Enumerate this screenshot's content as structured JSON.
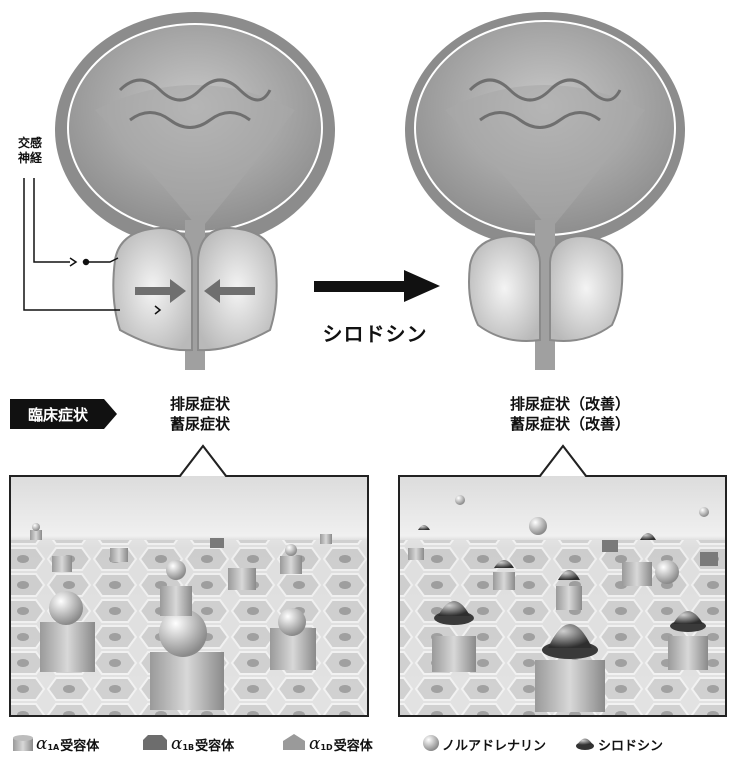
{
  "labels": {
    "nerve": "交感\n神経",
    "drug": "シロドシン",
    "symptoms_badge": "臨床症状"
  },
  "symptoms": {
    "left": [
      "排尿症状",
      "蓄尿症状"
    ],
    "right": [
      "排尿症状（改善）",
      "蓄尿症状（改善）"
    ]
  },
  "legend": [
    {
      "icon": "alpha-1a-receptor-icon",
      "greek": "α",
      "sub": "1A",
      "text": "受容体"
    },
    {
      "icon": "alpha-1b-receptor-icon",
      "greek": "α",
      "sub": "1B",
      "text": "受容体"
    },
    {
      "icon": "alpha-1d-receptor-icon",
      "greek": "α",
      "sub": "1D",
      "text": "受容体"
    },
    {
      "icon": "noradrenaline-icon",
      "text": "ノルアドレナリン"
    },
    {
      "icon": "silodosin-icon",
      "text": "シロドシン"
    }
  ],
  "colors": {
    "bladder_wall": "#8a8a8a",
    "badge": "#111111",
    "arrow": "#111111"
  }
}
